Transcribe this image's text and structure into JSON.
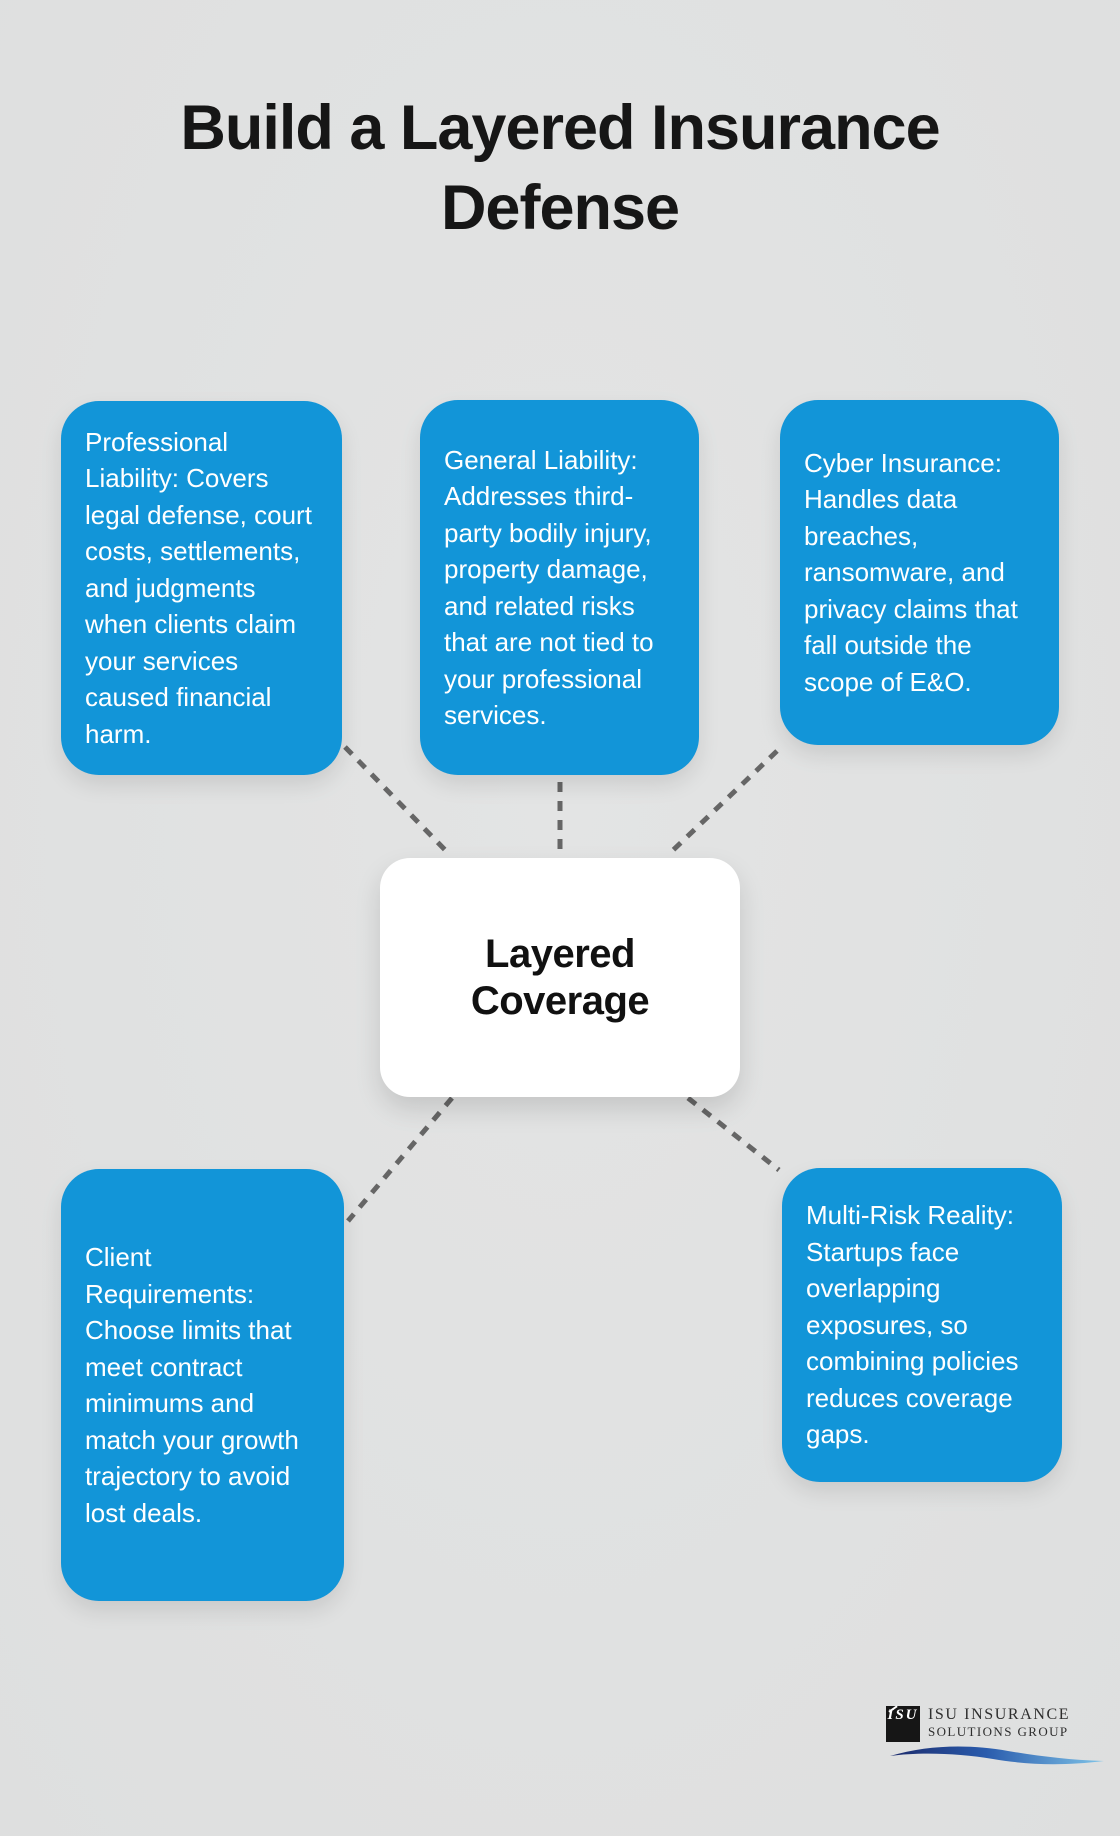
{
  "title": {
    "line1": "Build a Layered Insurance",
    "line2": "Defense"
  },
  "center_node": {
    "label": "Layered Coverage"
  },
  "cards": [
    {
      "text": "Professional Liability: Covers legal defense, court costs, settlements, and judgments when clients claim your services caused financial harm."
    },
    {
      "text": "General Liability: Addresses third-party bodily injury, property damage, and related risks that are not tied to your professional services."
    },
    {
      "text": "Cyber Insurance: Handles data breaches, ransomware, and privacy claims that fall outside the scope of E&O."
    },
    {
      "text": "Client Requirements: Choose limits that meet contract minimums and match your growth trajectory to avoid lost deals."
    },
    {
      "text": "Multi-Risk Reality: Startups face overlapping exposures, so combining policies reduces coverage gaps."
    }
  ],
  "logo": {
    "monogram": "ISU",
    "name_line1": "ISU INSURANCE",
    "name_line2": "SOLUTIONS GROUP"
  },
  "colors": {
    "background": "#e0e1e1",
    "card_blue": "#1295d8",
    "card_text": "#ffffff",
    "center_bg": "#ffffff",
    "center_text": "#111111",
    "connector_gray": "#666666",
    "title_text": "#161616",
    "swoosh_dark": "#1b2a6b",
    "swoosh_light": "#7fc4e8"
  }
}
